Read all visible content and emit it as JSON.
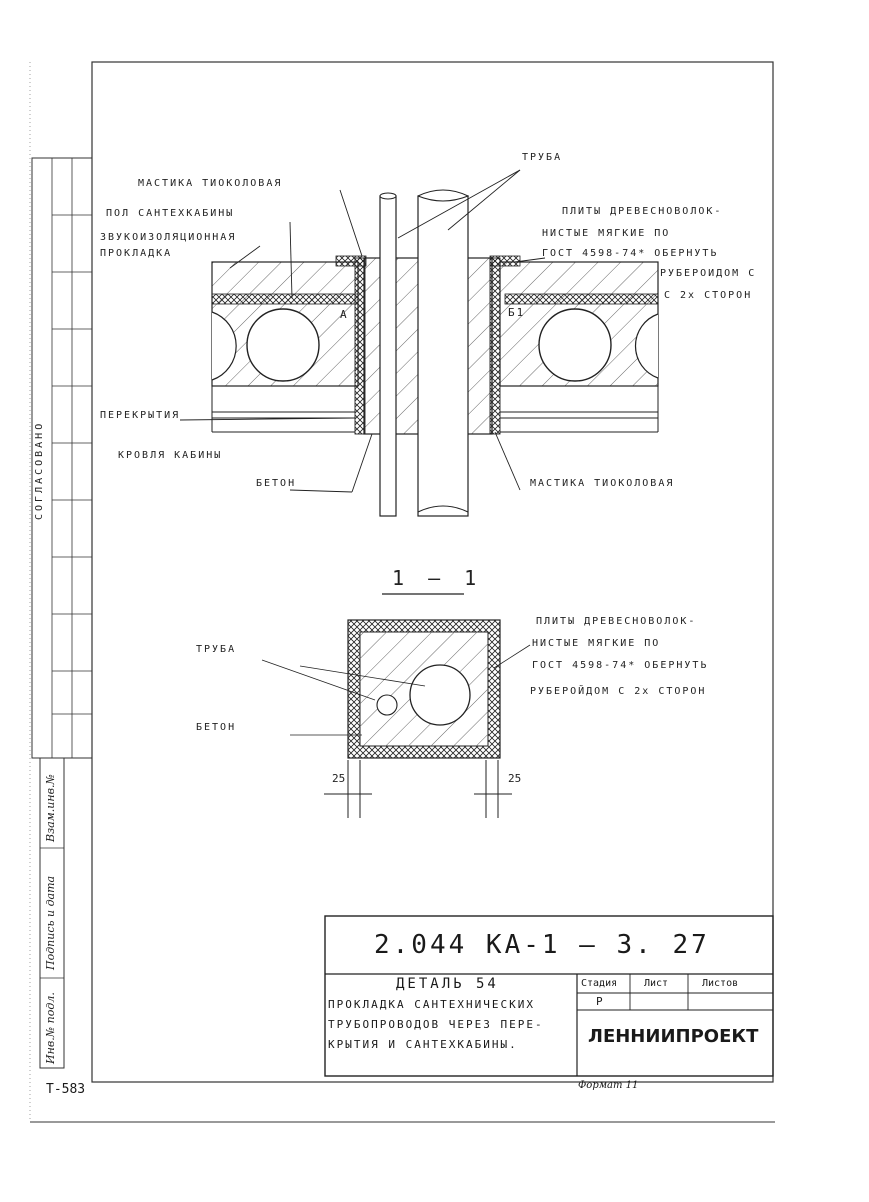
{
  "drawing": {
    "labels": {
      "pipe_top": "ТРУБА",
      "mastic_top": "МАСТИКА ТИОКОЛОВАЯ",
      "floor_cabin": "ПОЛ САНТЕХКАБИНЫ",
      "soundproof": "ЗВУКОИЗОЛЯЦИОННАЯ",
      "soundproof2": "ПРОКЛАДКА",
      "slabs_a": "ПЛИТЫ ДРЕВЕСНОВОЛОК-",
      "slabs_b": "НИСТЫЕ МЯГКИЕ ПО",
      "slabs_c": "ГОСТ 4598-74* ОБЕРНУТЬ",
      "slabs_d": "РУБЕРОИДОМ С",
      "slabs_e": "С 2х СТОРОН",
      "overlap": "ПЕРЕКРЫТИЯ",
      "ceiling_cabin": "КРОВЛЯ КАБИНЫ",
      "concrete": "БЕТОН",
      "mastic_bottom": "МАСТИКА ТИОКОЛОВАЯ",
      "mark_left": "А",
      "mark_right": "Б1",
      "section_title": "1 — 1",
      "pipe_section": "ТРУБА",
      "concrete_section": "БЕТОН",
      "slabs2_a": "ПЛИТЫ ДРЕВЕСНОВОЛОК-",
      "slabs2_b": "НИСТЫЕ МЯГКИЕ ПО",
      "slabs2_c": "ГОСТ 4598-74* ОБЕРНУТЬ",
      "slabs2_d": "РУБЕРОЙДОМ С 2х СТОРОН",
      "dim_left": "25",
      "dim_right": "25"
    },
    "side_stamp": {
      "agreed": "СОГЛАСОВАНО",
      "inv_ref": "Взам.инв.№",
      "sign_date": "Подпись и дата",
      "inv_orig": "Инв.№ подл."
    }
  },
  "title_block": {
    "code": "2.044 КА-1 — 3. 27",
    "detail": "ДЕТАЛЬ 54",
    "desc1": "ПРОКЛАДКА САНТЕХНИЧЕСКИХ",
    "desc2": "ТРУБОПРОВОДОВ ЧЕРЕЗ ПЕРЕ-",
    "desc3": "КРЫТИЯ И САНТЕХКАБИНЫ.",
    "stage_h": "Стадия",
    "sheet_h": "Лист",
    "sheets_h": "Листов",
    "stage_v": "Р",
    "org": "ЛЕННИИПРОЕКТ"
  },
  "footer": {
    "sheet_code": "Т-583",
    "format": "Формат 11"
  }
}
